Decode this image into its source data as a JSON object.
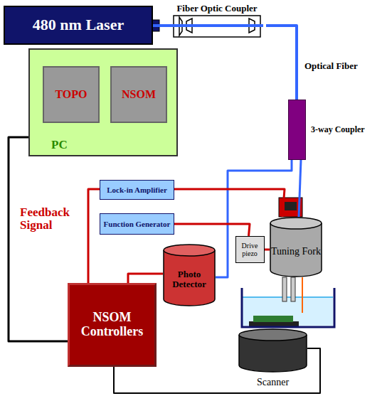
{
  "diagram": {
    "nodes": [
      {
        "text": [
          "480 nm Laser"
        ]
      },
      {
        "text": [
          "Fiber Optic Coupler"
        ]
      },
      {
        "text": [
          "PC"
        ]
      },
      {
        "text": [
          "TOPO"
        ],
        "in": 2
      },
      {
        "text": [
          "NSOM"
        ],
        "in": 2
      },
      {
        "text": [
          "3-way Coupler"
        ]
      },
      {
        "text": [
          "Lock-in Amplifier"
        ]
      },
      {
        "text": [
          "Function Generator"
        ]
      },
      {
        "text": [
          "Drive piezo"
        ]
      },
      {
        "text": [
          "Tuning Fork"
        ]
      },
      {
        "text": [
          "Photo Detector"
        ]
      },
      {
        "text": [
          "NSOM Controllers"
        ]
      },
      {
        "text": [
          "Scanner"
        ]
      }
    ],
    "edges": [
      {
        "from": 0,
        "to": 1,
        "arrow": "none"
      },
      {
        "from": 1,
        "to": 5,
        "arrow": "none"
      },
      {
        "from": 5,
        "to": 9,
        "arrow": "none"
      },
      {
        "from": 5,
        "to": 10,
        "arrow": "none"
      },
      {
        "from": 6,
        "to": 9,
        "arrow": "none"
      },
      {
        "from": 7,
        "to": 8,
        "arrow": "none"
      },
      {
        "from": 6,
        "to": 11,
        "arrow": "none"
      },
      {
        "from": 10,
        "to": 11,
        "arrow": "none"
      },
      {
        "from": 2,
        "to": 11,
        "arrow": "none"
      },
      {
        "from": 11,
        "to": 12,
        "arrow": "none"
      },
      {
        "from": 8,
        "to": 9,
        "arrow": "none"
      }
    ],
    "labels": [
      "Optical Fiber",
      "Feedback Signal"
    ]
  }
}
